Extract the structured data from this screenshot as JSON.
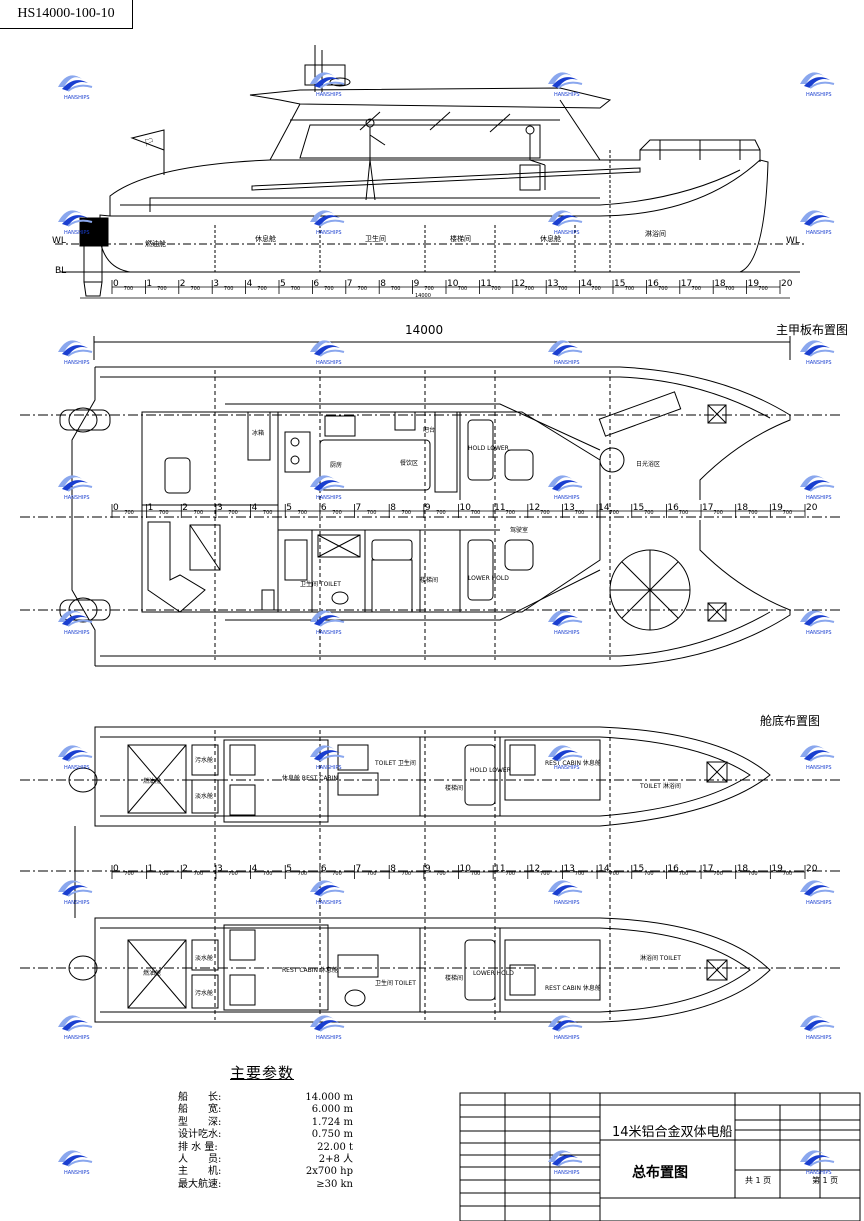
{
  "drawing_id": "HS14000-100-10",
  "views": {
    "profile": {
      "wl_left": "WL",
      "wl_right": "WL",
      "bl": "BL",
      "overall_length_small": "14000",
      "rooms": [
        "燃油舱",
        "休息舱",
        "卫生间",
        "楼梯间",
        "休息舱",
        "淋浴间"
      ]
    },
    "main_deck": {
      "title": "主甲板布置图",
      "dim_length": "14000",
      "labels": {
        "freezer": "冰箱",
        "kitchen": "厨房",
        "dining": "餐饮区",
        "bar": "吧台",
        "hold_lower_1": "HOLD\nLOWER",
        "sun_area": "日光浴区",
        "toilet": "卫生间\nTOILET",
        "stairs": "楼梯间",
        "lower_hold_2": "LOWER\nHOLD",
        "wheelhouse": "驾驶室"
      }
    },
    "bottom": {
      "title": "舱底布置图",
      "labels": {
        "fuel_tank_top": "燃油舱",
        "fresh_water_top": "污水舱",
        "fresh_water_top2": "淡水舱",
        "rest_cabin_top": "休息舱\nREST CABIN",
        "toilet_top": "TOILET\n卫生间",
        "stairs_top": "楼梯间",
        "hold_lower_top": "HOLD\nLOWER",
        "rest_cabin_top2": "REST CABIN\n休息舱",
        "shower_top": "TOILET\n淋浴间",
        "fuel_tank_bottom": "燃油舱",
        "fresh_water_bottom": "淡水舱",
        "sewage_bottom": "污水舱",
        "rest_cabin_bottom": "REST CABIN\n休息舱",
        "toilet_bottom": "卫生间\nTOILET",
        "stairs_bottom": "楼梯间",
        "lower_hold_bottom": "LOWER\nHOLD",
        "rest_cabin_bottom2": "REST CABIN\n休息舱",
        "shower_bottom": "淋浴间\nTOILET"
      }
    },
    "frame_numbers": [
      "0",
      "1",
      "2",
      "3",
      "4",
      "5",
      "6",
      "7",
      "8",
      "9",
      "10",
      "11",
      "12",
      "13",
      "14",
      "15",
      "16",
      "17",
      "18",
      "19",
      "20"
    ],
    "frame_spacing": "700"
  },
  "main_params": {
    "title": "主要参数",
    "rows": [
      {
        "label": "船　　长:",
        "value": "14.000 m"
      },
      {
        "label": "船　　宽:",
        "value": "6.000 m"
      },
      {
        "label": "型　　深:",
        "value": "1.724 m"
      },
      {
        "label": "设计吃水:",
        "value": "0.750 m"
      },
      {
        "label": "排 水 量:",
        "value": "22.00 t"
      },
      {
        "label": "人　　员:",
        "value": "2+8 人"
      },
      {
        "label": "主　　机:",
        "value": "2x700 hp"
      },
      {
        "label": "最大航速:",
        "value": "≥30 kn"
      }
    ]
  },
  "title_block": {
    "vessel_name": "14米铝合金双体电船",
    "drawing_name": "总布置图",
    "scale_label": "共 1 页",
    "page_label": "第 1 页"
  },
  "colors": {
    "line": "#000000",
    "watermark": "#1a3fd0",
    "watermark_light": "#8aa7ee"
  }
}
